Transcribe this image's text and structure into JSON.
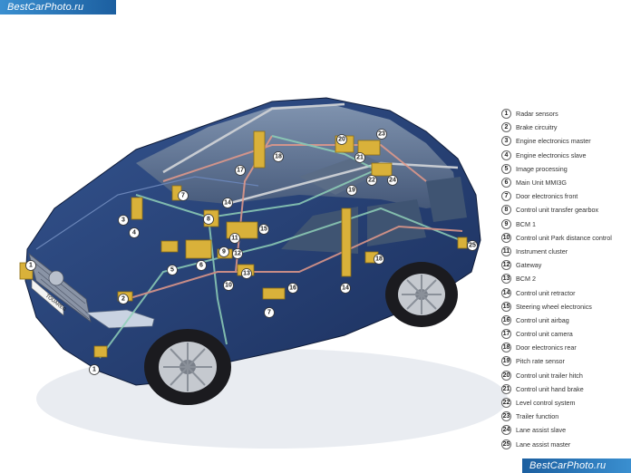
{
  "watermark_top": "BestCarPhoto.ru",
  "watermark_bottom": "BestCarPhoto.ru",
  "plate": "TOUAREG",
  "legend": [
    {
      "num": "1",
      "label": "Radar sensors"
    },
    {
      "num": "2",
      "label": "Brake circuitry"
    },
    {
      "num": "3",
      "label": "Engine electronics master"
    },
    {
      "num": "4",
      "label": "Engine electronics slave"
    },
    {
      "num": "5",
      "label": "Image processing"
    },
    {
      "num": "6",
      "label": "Main Unit MMI3G"
    },
    {
      "num": "7",
      "label": "Door electronics front"
    },
    {
      "num": "8",
      "label": "Control unit transfer gearbox"
    },
    {
      "num": "9",
      "label": "BCM 1"
    },
    {
      "num": "10",
      "label": "Control unit Park distance control"
    },
    {
      "num": "11",
      "label": "Instrument cluster"
    },
    {
      "num": "12",
      "label": "Gateway"
    },
    {
      "num": "13",
      "label": "BCM 2"
    },
    {
      "num": "14",
      "label": "Control unit retractor"
    },
    {
      "num": "15",
      "label": "Steering wheel electronics"
    },
    {
      "num": "16",
      "label": "Control unit airbag"
    },
    {
      "num": "17",
      "label": "Control unit camera"
    },
    {
      "num": "18",
      "label": "Door electronics rear"
    },
    {
      "num": "19",
      "label": "Pitch rate sensor"
    },
    {
      "num": "20",
      "label": "Control unit trailer hitch"
    },
    {
      "num": "21",
      "label": "Control unit hand brake"
    },
    {
      "num": "22",
      "label": "Level control system"
    },
    {
      "num": "23",
      "label": "Trailer function"
    },
    {
      "num": "24",
      "label": "Lane assist slave"
    },
    {
      "num": "25",
      "label": "Lane assist master"
    }
  ],
  "markers": [
    "1",
    "1",
    "2",
    "3",
    "4",
    "5",
    "6",
    "7",
    "7",
    "8",
    "9",
    "10",
    "11",
    "12",
    "13",
    "14",
    "14",
    "15",
    "16",
    "17",
    "18",
    "18",
    "19",
    "20",
    "21",
    "22",
    "23",
    "24",
    "25"
  ]
}
